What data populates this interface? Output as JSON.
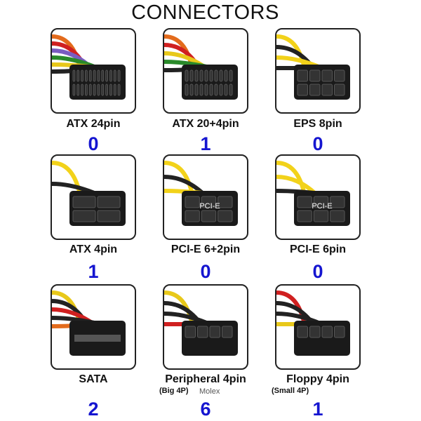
{
  "title": "CONNECTORS",
  "connectors": [
    {
      "label": "ATX 24pin",
      "count": "0",
      "wires": [
        "#e36b1c",
        "#d02020",
        "#7a5cc0",
        "#2a8a2a",
        "#e8c81a",
        "#222"
      ],
      "pins": 12,
      "rows": 2
    },
    {
      "label": "ATX 20+4pin",
      "count": "1",
      "wires": [
        "#e36b1c",
        "#d02020",
        "#e8c81a",
        "#2a8a2a",
        "#222"
      ],
      "pins": 10,
      "rows": 2
    },
    {
      "label": "EPS 8pin",
      "count": "0",
      "wires": [
        "#f2d21a",
        "#222",
        "#f2d21a",
        "#222"
      ],
      "pins": 4,
      "rows": 2
    },
    {
      "label": "ATX 4pin",
      "count": "1",
      "wires": [
        "#f2d21a",
        "#222"
      ],
      "pins": 2,
      "rows": 2
    },
    {
      "label": "PCI-E 6+2pin",
      "count": "0",
      "wires": [
        "#f2d21a",
        "#222",
        "#f2d21a"
      ],
      "pins": 3,
      "rows": 2,
      "text": "PCI-E"
    },
    {
      "label": "PCI-E 6pin",
      "count": "0",
      "wires": [
        "#f2d21a",
        "#f2d21a",
        "#222"
      ],
      "pins": 3,
      "rows": 2,
      "text": "PCI-E"
    },
    {
      "label": "SATA",
      "count": "2",
      "wires": [
        "#e8c81a",
        "#222",
        "#d02020",
        "#222",
        "#e36b1c"
      ],
      "pins": 1,
      "rows": 1
    },
    {
      "label": "Peripheral 4pin",
      "sub": "(Big 4P)",
      "sub2": "Molex",
      "count": "6",
      "wires": [
        "#e8c81a",
        "#222",
        "#222",
        "#d02020"
      ],
      "pins": 4,
      "rows": 1
    },
    {
      "label": "Floppy 4pin",
      "sub": "(Small 4P)",
      "count": "1",
      "wires": [
        "#d02020",
        "#222",
        "#222",
        "#e8c81a"
      ],
      "pins": 4,
      "rows": 1
    }
  ]
}
